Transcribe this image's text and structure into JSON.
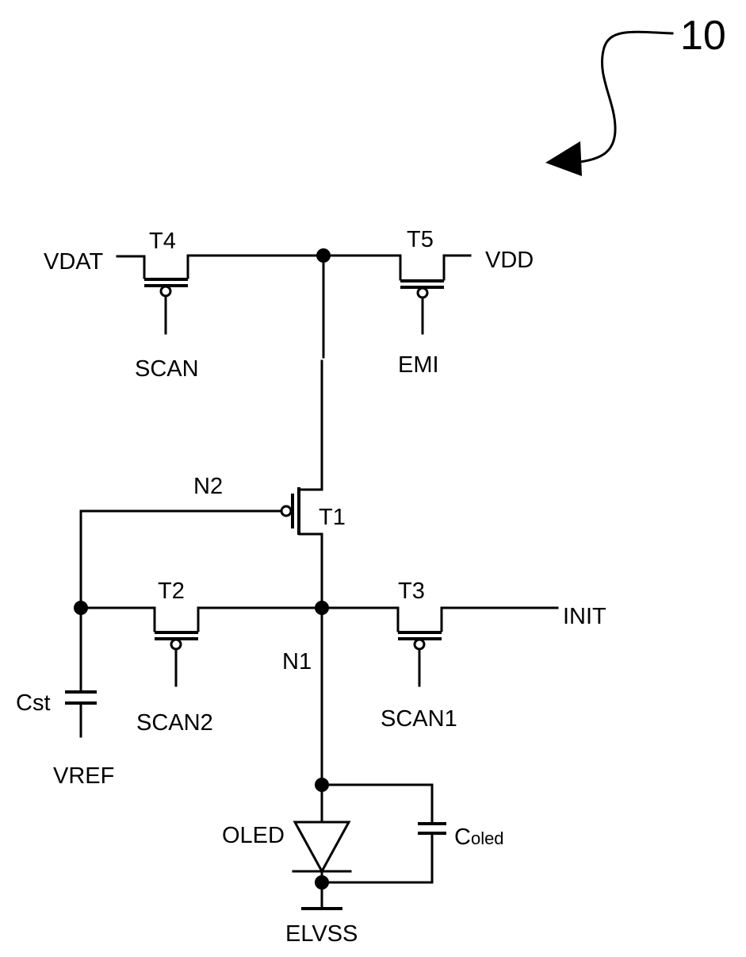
{
  "figure_number": "10",
  "transistors": {
    "t1": "T1",
    "t2": "T2",
    "t3": "T3",
    "t4": "T4",
    "t5": "T5"
  },
  "signals": {
    "vdat": "VDAT",
    "vdd": "VDD",
    "scan": "SCAN",
    "emi": "EMI",
    "scan2": "SCAN2",
    "scan1": "SCAN1",
    "init": "INIT",
    "vref": "VREF",
    "elvss": "ELVSS"
  },
  "nodes": {
    "n1": "N1",
    "n2": "N2"
  },
  "components": {
    "cst": "Cst",
    "oled": "OLED",
    "coled_main": "C",
    "coled_sub": "oled"
  }
}
